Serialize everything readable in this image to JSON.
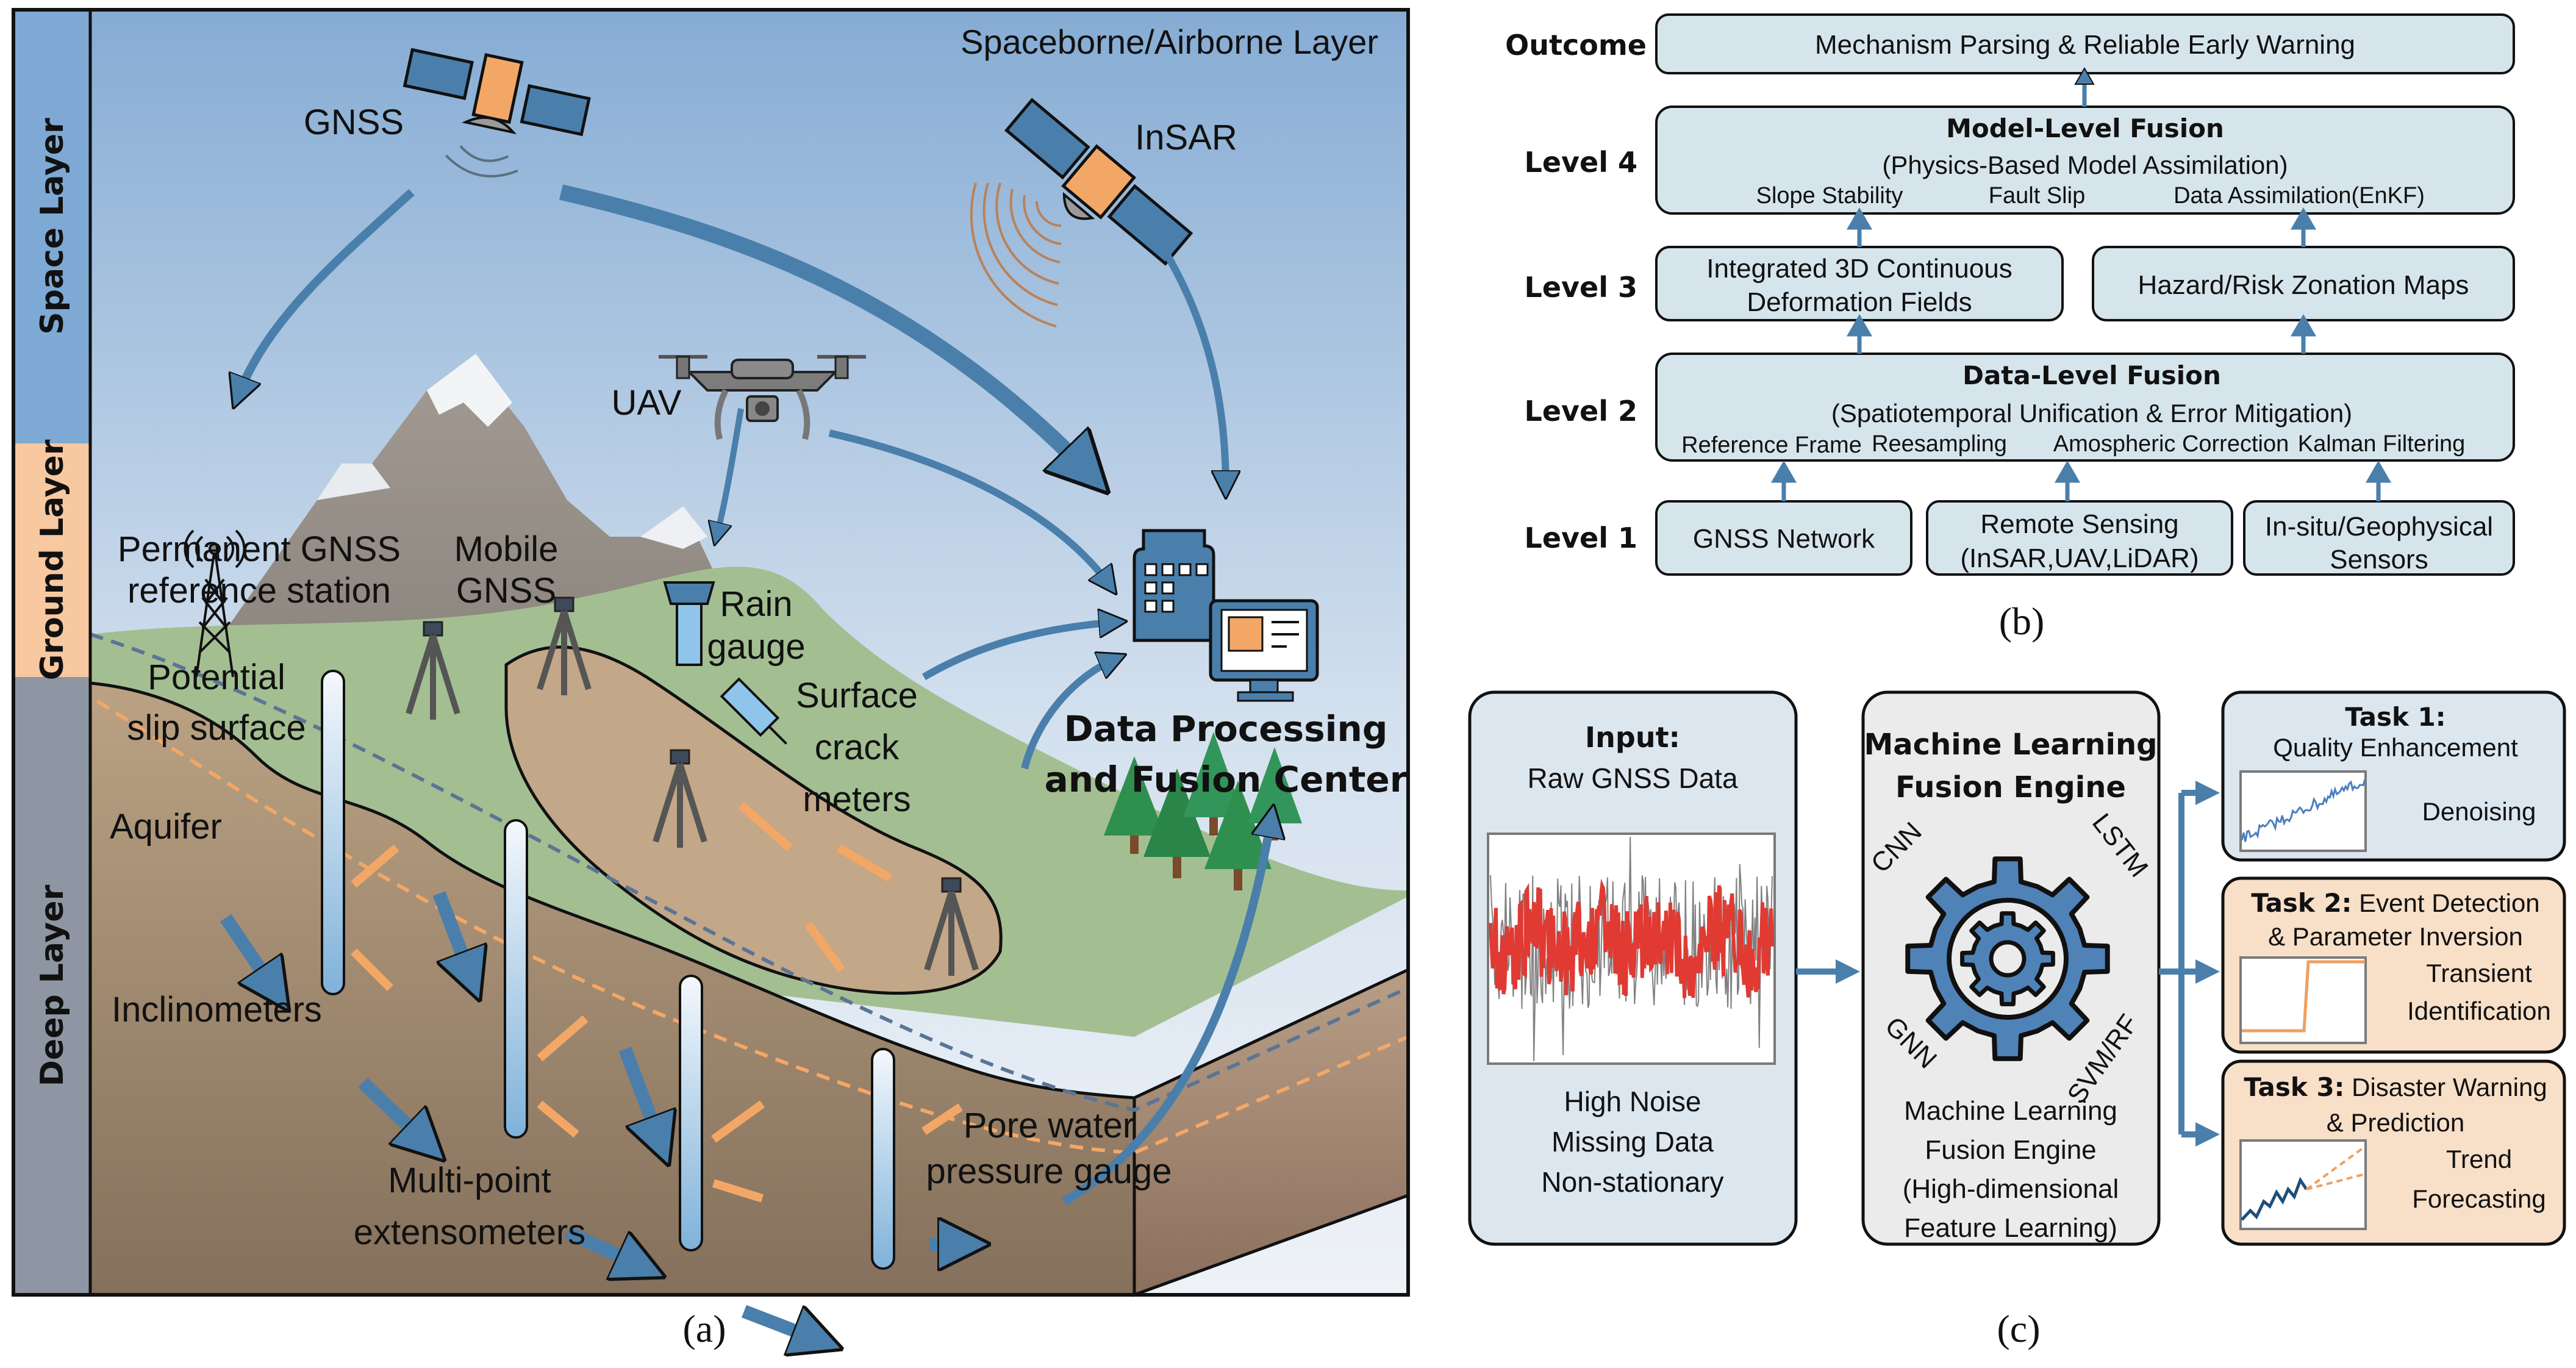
{
  "panel_a": {
    "caption": "(a)",
    "layer_bar": [
      {
        "label": "Space Layer",
        "color": "#7ea9d4"
      },
      {
        "label": "Ground Layer",
        "color": "#f8c8a0"
      },
      {
        "label": "Deep Layer",
        "color": "#8e96a3"
      }
    ],
    "header_label": "Spaceborne/Airborne Layer",
    "labels": {
      "gnss": "GNSS",
      "insar": "InSAR",
      "uav": "UAV",
      "permanent_gnss_1": "Permanent GNSS",
      "permanent_gnss_2": "reference station",
      "mobile_gnss_1": "Mobile",
      "mobile_gnss_2": "GNSS",
      "rain_gauge_1": "Rain",
      "rain_gauge_2": "gauge",
      "crack_1": "Surface",
      "crack_2": "crack",
      "crack_3": "meters",
      "slip_1": "Potential",
      "slip_2": "slip surface",
      "aquifer": "Aquifer",
      "inclinometers": "Inclinometers",
      "extenso_1": "Multi-point",
      "extenso_2": "extensometers",
      "pore_1": "Pore water",
      "pore_2": "pressure gauge",
      "center_1": "Data Processing",
      "center_2": "and Fusion Center"
    },
    "colors": {
      "sky_top": "#86acd4",
      "sky_bottom": "#eef2f7",
      "grass": "#a3bf92",
      "soil_top": "#b9a07f",
      "soil_bottom": "#84705c",
      "arrow_blue": "#4a7fab",
      "arrow_orange": "#f3a767",
      "satellite_body": "#f3a767",
      "panel_blue": "#4a7fab"
    }
  },
  "panel_b": {
    "caption": "(b)",
    "rows": [
      {
        "level": "Outcome",
        "boxes": [
          {
            "lines": [
              "Mechanism Parsing & Reliable Early Warning"
            ]
          }
        ]
      },
      {
        "level": "Level 4",
        "boxes": [
          {
            "title": "Model-Level Fusion",
            "subtitle": "(Physics-Based Model Assimilation)",
            "items": [
              "Slope Stability",
              "Fault Slip",
              "Data Assimilation(EnKF)"
            ]
          }
        ]
      },
      {
        "level": "Level 3",
        "boxes": [
          {
            "lines": [
              "Integrated 3D Continuous",
              "Deformation Fields"
            ]
          },
          {
            "lines": [
              "Hazard/Risk Zonation Maps"
            ]
          }
        ]
      },
      {
        "level": "Level 2",
        "boxes": [
          {
            "title": "Data-Level Fusion",
            "subtitle": "(Spatiotemporal Unification & Error Mitigation)",
            "items": [
              "Reference Frame",
              "Reesampling",
              "Amospheric Correction",
              "Kalman Filtering"
            ]
          }
        ]
      },
      {
        "level": "Level 1",
        "boxes": [
          {
            "lines": [
              "GNSS Network"
            ]
          },
          {
            "lines": [
              "Remote Sensing",
              "(InSAR,UAV,LiDAR)"
            ]
          },
          {
            "lines": [
              "In-situ/Geophysical",
              "Sensors"
            ]
          }
        ]
      }
    ],
    "box_fill": "#d6e5ec",
    "arrow_color": "#4a7fab"
  },
  "panel_c": {
    "caption": "(c)",
    "input": {
      "title": "Input:",
      "subtitle": "Raw GNSS Data",
      "notes": [
        "High Noise",
        "Missing Data",
        "Non-stationary"
      ],
      "fill": "#dce6ef"
    },
    "engine": {
      "title_1": "Machine Learning",
      "title_2": "Fusion Engine",
      "methods": [
        "CNN",
        "LSTM",
        "GNN",
        "SVM/RF"
      ],
      "desc": [
        "Machine Learning",
        "Fusion Engine",
        "(High-dimensional",
        "Feature Learning)"
      ],
      "fill": "#ebebeb",
      "gear_color": "#4f83b8"
    },
    "tasks": [
      {
        "bold": "Task 1:",
        "rest": "",
        "line2": "Quality Enhancement",
        "side": [
          "Denoising"
        ],
        "fill": "#dce6ef",
        "plot": "trend"
      },
      {
        "bold": "Task 2:",
        "rest": " Event Detection",
        "line2": "& Parameter Inversion",
        "side": [
          "Transient",
          "Identification"
        ],
        "fill": "#f8dfc8",
        "plot": "step"
      },
      {
        "bold": "Task 3:",
        "rest": " Disaster Warning",
        "line2": "& Prediction",
        "side": [
          "Trend",
          "Forecasting"
        ],
        "fill": "#f8dfc8",
        "plot": "forecast"
      }
    ],
    "colors": {
      "noise_red": "#e03a33",
      "noise_gray": "#808080",
      "trend_blue": "#4a7fbf",
      "step_orange": "#f0a060",
      "forecast_navy": "#1f4e79"
    }
  }
}
